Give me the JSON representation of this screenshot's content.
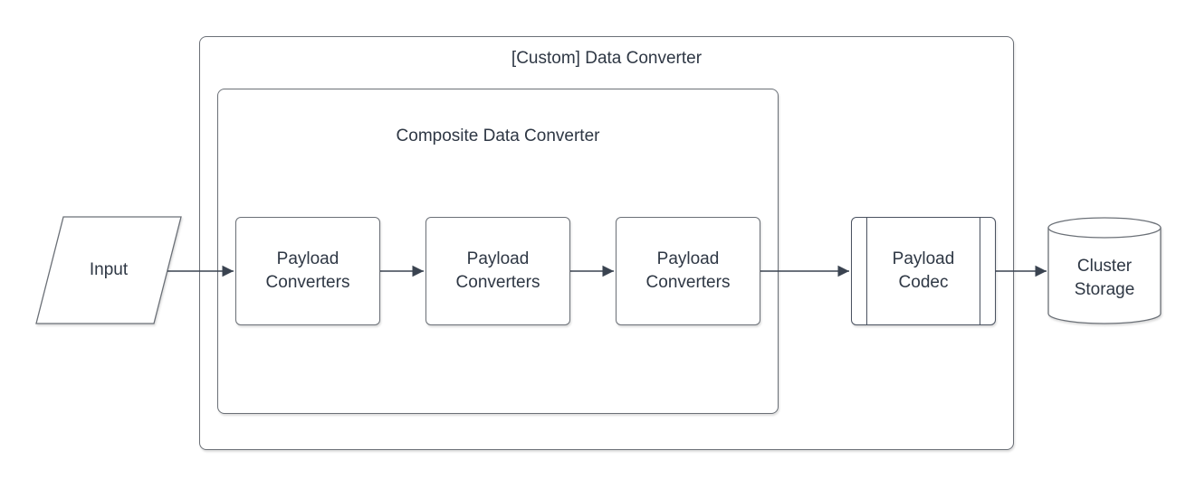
{
  "diagram": {
    "outer_container": {
      "label": "[Custom] Data Converter"
    },
    "inner_container": {
      "label": "Composite Data Converter"
    },
    "input_node": {
      "label": "Input",
      "shape": "parallelogram"
    },
    "payload_converter_nodes": [
      {
        "label": "Payload Converters"
      },
      {
        "label": "Payload Converters"
      },
      {
        "label": "Payload Converters"
      }
    ],
    "payload_codec_node": {
      "label": "Payload Codec",
      "shape": "predefined-process"
    },
    "cluster_storage_node": {
      "label": "Cluster Storage",
      "shape": "cylinder"
    },
    "flow": "Input -> Payload Converters -> Payload Converters -> Payload Converters -> Payload Codec -> Cluster Storage",
    "colors": {
      "background": "#ffffff",
      "shape_stroke": "#6b7077",
      "codec_stroke": "#4a5260",
      "arrow": "#3a4350",
      "text": "#2e3744"
    }
  }
}
